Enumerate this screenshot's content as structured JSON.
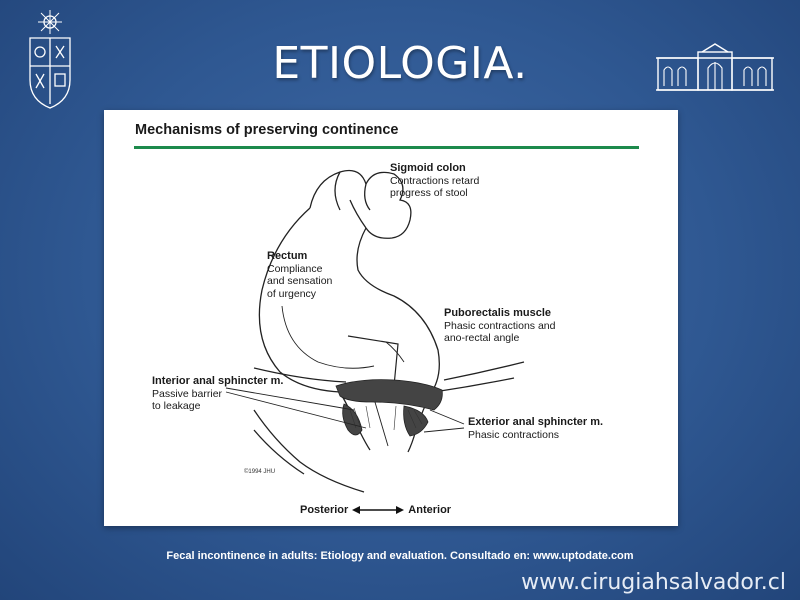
{
  "slide": {
    "title": "ETIOLOGIA.",
    "caption": "Fecal incontinence in adults: Etiology and evaluation. Consultado en: www.uptodate.com",
    "website": "www.cirugiahsalvador.cl"
  },
  "figure": {
    "title": "Mechanisms of preserving continence",
    "accent_color": "#1d8a4c",
    "labels": {
      "sigmoid": {
        "name": "Sigmoid colon",
        "lines": [
          "Contractions retard",
          "progress of stool"
        ]
      },
      "rectum": {
        "name": "Rectum",
        "lines": [
          "Compliance",
          "and sensation",
          "of urgency"
        ]
      },
      "puborectalis": {
        "name": "Puborectalis muscle",
        "lines": [
          "Phasic contractions and",
          "ano-rectal angle"
        ]
      },
      "interior": {
        "name": "Interior anal sphincter m.",
        "lines": [
          "Passive barrier",
          "to leakage"
        ]
      },
      "exterior": {
        "name": "Exterior anal sphincter m.",
        "lines": [
          "Phasic contractions"
        ]
      }
    },
    "axis": {
      "left": "Posterior",
      "right": "Anterior"
    }
  }
}
